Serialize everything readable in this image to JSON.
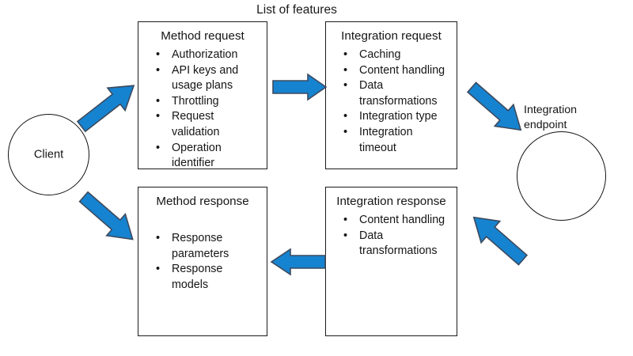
{
  "diagram": {
    "title": "List of features",
    "colors": {
      "arrow_fill": "#1683d0",
      "arrow_stroke": "#3c4a5e",
      "box_border": "#1b1b1b",
      "text": "#151515",
      "background": "#ffffff"
    },
    "nodes": {
      "client": {
        "label": "Client",
        "shape": "circle"
      },
      "integration_endpoint": {
        "label": "Integration endpoint",
        "label_line1": "Integration",
        "label_line2": "endpoint",
        "shape": "circle"
      },
      "method_request": {
        "title": "Method request",
        "items": [
          "Authorization",
          "API keys and usage plans",
          "Throttling",
          "Request validation",
          "Operation identifier"
        ]
      },
      "integration_request": {
        "title": "Integration request",
        "items": [
          "Caching",
          "Content handling",
          "Data transformations",
          "Integration type",
          "Integration timeout"
        ]
      },
      "method_response": {
        "title": "Method response",
        "items": [
          "Response parameters",
          "Response models"
        ]
      },
      "integration_response": {
        "title": "Integration response",
        "items": [
          "Content handling",
          "Data transformations"
        ]
      }
    },
    "arrows": [
      {
        "name": "client-to-method-request",
        "direction": "up-right"
      },
      {
        "name": "method-request-to-integration-request",
        "direction": "right"
      },
      {
        "name": "integration-request-to-endpoint",
        "direction": "down-right"
      },
      {
        "name": "endpoint-to-integration-response",
        "direction": "down-left"
      },
      {
        "name": "integration-response-to-method-response",
        "direction": "left"
      },
      {
        "name": "method-response-to-client",
        "direction": "up-left"
      }
    ]
  }
}
